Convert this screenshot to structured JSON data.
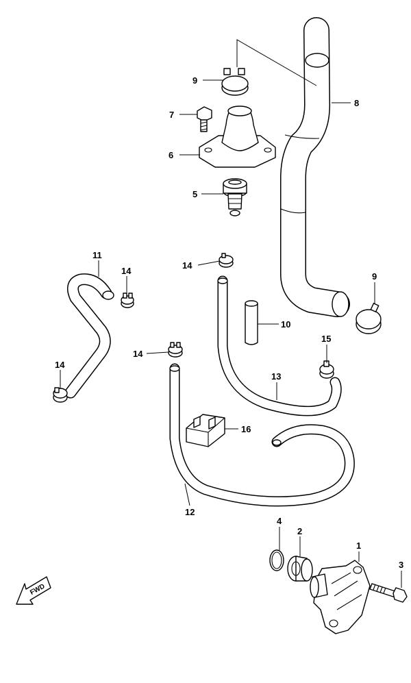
{
  "callouts": {
    "c1": "1",
    "c2": "2",
    "c3": "3",
    "c4": "4",
    "c5": "5",
    "c6": "6",
    "c7": "7",
    "c8": "8",
    "c9a": "9",
    "c9b": "9",
    "c10": "10",
    "c11": "11",
    "c12": "12",
    "c13": "13",
    "c14a": "14",
    "c14b": "14",
    "c14c": "14",
    "c14d": "14",
    "c15": "15",
    "c16": "16"
  },
  "fwd_arrow": {
    "label": "FWD"
  }
}
